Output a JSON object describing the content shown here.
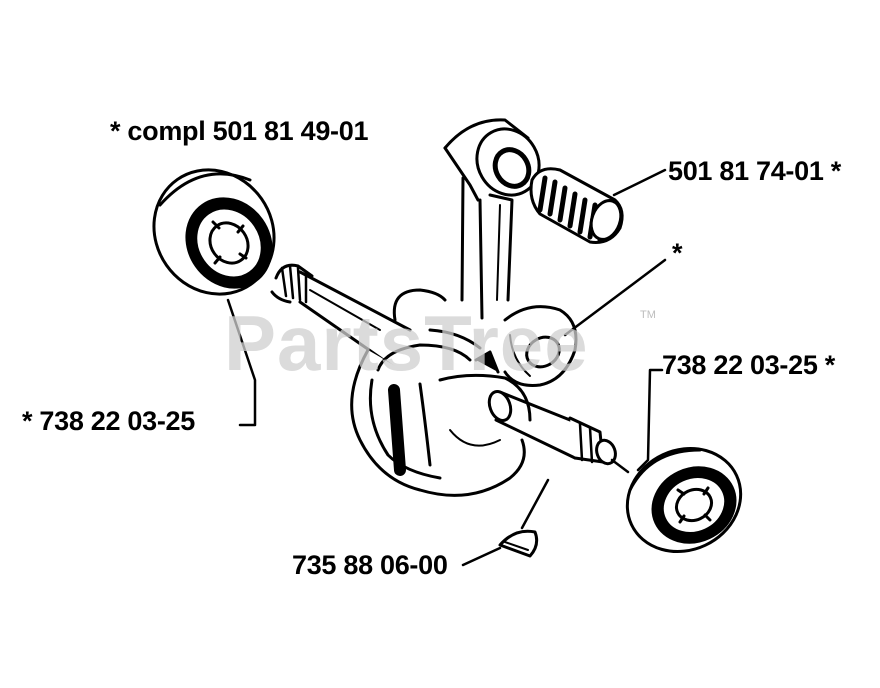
{
  "labels": {
    "top_left": "*  compl 501 81 49-01",
    "top_right": "501 81 74-01  *",
    "asterisk_center": "*",
    "right_mid": "738 22 03-25  *",
    "left_mid": "*  738 22 03-25",
    "bottom": "735 88 06-00"
  },
  "watermark": {
    "text": "PartsTree",
    "tm": "TM"
  }
}
